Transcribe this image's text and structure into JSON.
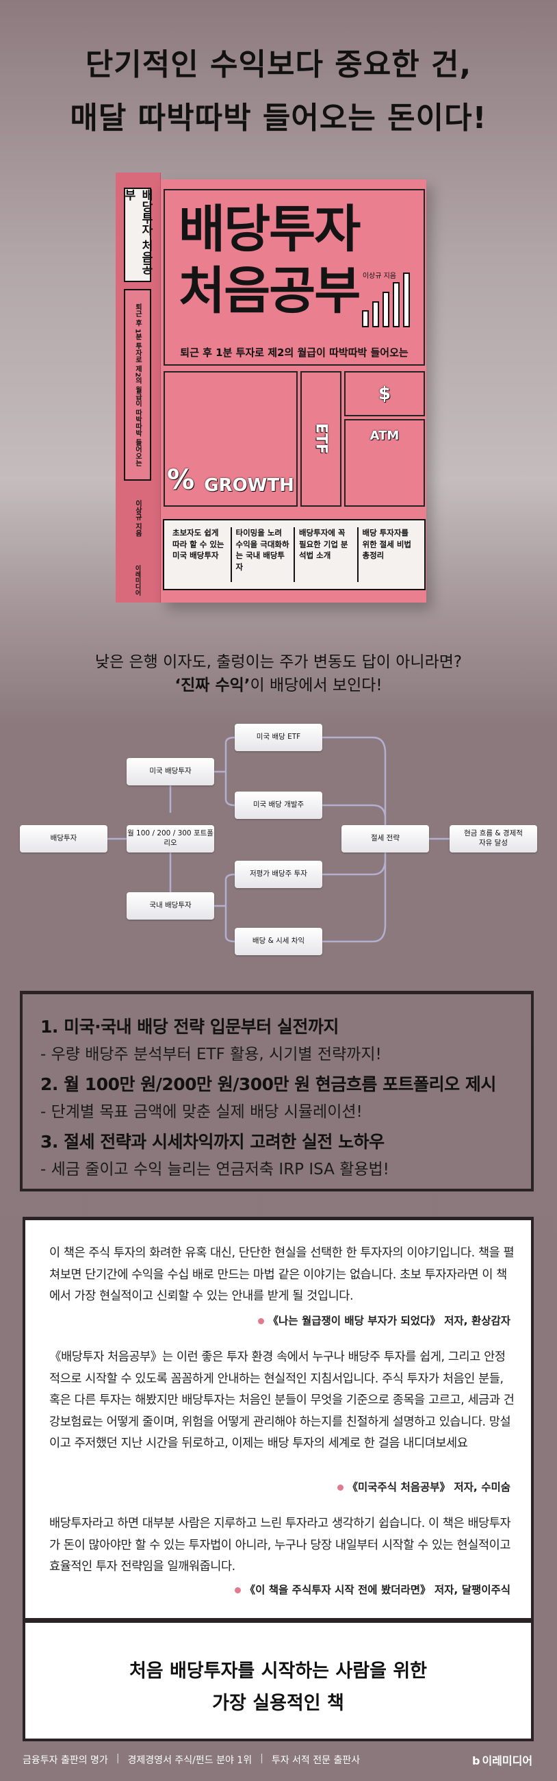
{
  "headline": {
    "line1": "단기적인 수익보다 중요한 건,",
    "line2": "매달 따박따박 들어오는 돈이다!"
  },
  "book": {
    "title_line1": "배당투자",
    "title_line2": "처음공부",
    "spine_title": "배당투자 처음공부",
    "subtitle": "퇴근 후 1분 투자로 제2의 월급이 따박따박 들어오는",
    "author": "이상규 지음",
    "publisher": "이레미디어",
    "panel_labels": [
      "GROWTH",
      "ETF",
      "ATM",
      "%",
      "$"
    ],
    "features": [
      "초보자도 쉽게 따라 할 수 있는 미국 배당투자",
      "타이밍을 노려 수익을 극대화하는 국내 배당투자",
      "배당투자에 꼭 필요한 기업 분석법 소개",
      "배당 투자자를 위한 절세 비법 총정리"
    ],
    "colors": {
      "cover": "#e97f8f",
      "ink": "#141414"
    }
  },
  "lede": {
    "line1": "낮은 은행 이자도, 출렁이는 주가 변동도 답이 아니라면?",
    "line2_bold": "‘진짜 수익’",
    "line2_rest": "이 배당에서 보인다!"
  },
  "diagram": {
    "nodes": {
      "root": "배당투자",
      "portfolio": "월 100 / 200 / 300 포트폴리오",
      "us": "미국 배당투자",
      "us_etf": "미국 배당 ETF",
      "us_growth": "미국 배당 개발주",
      "kr": "국내 배당투자",
      "kr_value": "저평가 배당주 투자",
      "kr_gain": "배당 & 시세 차익",
      "tax": "절세 전략",
      "goal": "현금 흐름 & 경제적 자유 달성"
    }
  },
  "features": [
    {
      "title": "1. 미국·국내 배당 전략 입문부터 실전까지",
      "desc": "- 우량 배당주 분석부터 ETF 활용, 시기별 전략까지!"
    },
    {
      "title": "2. 월 100만 원/200만 원/300만 원 현금흐름 포트폴리오 제시",
      "desc": "- 단계별 목표 금액에 맞춘 실제 배당 시뮬레이션!"
    },
    {
      "title": "3. 절세 전략과 시세차익까지 고려한 실전 노하우",
      "desc": "- 세금 줄이고 수익 늘리는 연금저축  IRP  ISA 활용법!"
    }
  ],
  "testimonials": [
    {
      "text": "이 책은 주식 투자의 화려한 유혹 대신, 단단한 현실을 선택한 한 투자자의 이야기입니다. 책을 펼쳐보면 단기간에 수익을 수십 배로 만드는 마법 같은 이야기는 없습니다. 초보 투자자라면 이 책에서 가장 현실적이고 신뢰할 수 있는 안내를 받게 될 것입니다.",
      "attribution": "《나는 월급쟁이 배당 부자가 되었다》 저자, 환상감자"
    },
    {
      "text": "《배당투자 처음공부》는 이런 좋은 투자 환경 속에서 누구나 배당주 투자를 쉽게, 그리고 안정적으로 시작할 수 있도록 꼼꼼하게 안내하는 현실적인 지침서입니다. 주식 투자가 처음인 분들, 혹은 다른 투자는 해봤지만 배당투자는 처음인 분들이 무엇을 기준으로 종목을 고르고, 세금과 건강보험료는 어떻게 줄이며, 위험을 어떻게 관리해야 하는지를 친절하게 설명하고 있습니다. 망설이고 주저했던 지난 시간을 뒤로하고, 이제는 배당 투자의 세계로 한 걸음 내디뎌보세요",
      "attribution": "《미국주식 처음공부》 저자, 수미숨"
    },
    {
      "text": "배당투자라고 하면 대부분 사람은 지루하고 느린 투자라고 생각하기 쉽습니다. 이 책은 배당투자가 돈이 많아야만 할 수 있는 투자법이 아니라, 누구나 당장 내일부터 시작할 수 있는 현실적이고 효율적인 투자 전략임을 일깨워줍니다.",
      "attribution": "《이 책을 주식투자 시작 전에 봤더라면》 저자, 달팽이주식"
    }
  ],
  "closing": {
    "line1": "처음 배당투자를 시작하는 사람을 위한",
    "line2": "가장 실용적인 책"
  },
  "footer": {
    "items": [
      "금융투자 출판의 명가",
      "경제경영서 주식/펀드 분야 1위",
      "투자 서적 전문 출판사"
    ],
    "separator": "|",
    "logo": "이레미디어",
    "logo_icon": "b-logo-icon"
  }
}
